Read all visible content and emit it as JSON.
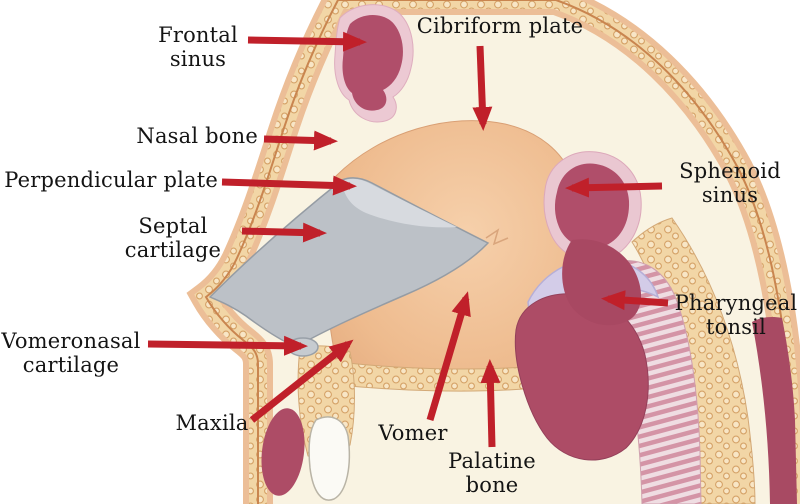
{
  "colors": {
    "arrow": "#c0202a",
    "sinus": "#b04e6a",
    "cartilage": "#bcc1c7",
    "bone_texture": "#f2d6a6",
    "mucosa": "#eebb8e",
    "tonsil_capsule": "#d3cce8",
    "cream": "#f9f3e2"
  },
  "labels": [
    {
      "id": "frontal-sinus",
      "text": "Frontal\nsinus"
    },
    {
      "id": "cibriform-plate",
      "text": "Cibriform plate"
    },
    {
      "id": "nasal-bone",
      "text": "Nasal bone"
    },
    {
      "id": "perpendicular-plate",
      "text": "Perpendicular plate"
    },
    {
      "id": "septal-cartilage",
      "text": "Septal\ncartilage"
    },
    {
      "id": "vomeronasal-cartilage",
      "text": "Vomeronasal\ncartilage"
    },
    {
      "id": "maxila",
      "text": "Maxila"
    },
    {
      "id": "vomer",
      "text": "Vomer"
    },
    {
      "id": "palatine-bone",
      "text": "Palatine\nbone"
    },
    {
      "id": "sphenoid-sinus",
      "text": "Sphenoid\nsinus"
    },
    {
      "id": "pharyngeal-tonsil",
      "text": "Pharyngeal\ntonsil"
    }
  ]
}
